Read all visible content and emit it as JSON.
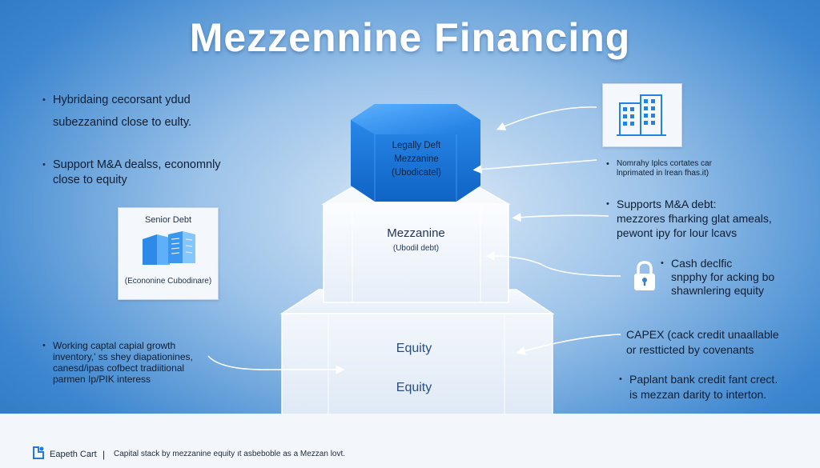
{
  "title": "Mezzennine Financing",
  "left_notes": [
    {
      "lines": [
        "Hybridaing cecorsant ydud",
        "subezzanind close to eulty."
      ]
    },
    {
      "lines": [
        "Support M&A dealss, economnly",
        "close to equity"
      ]
    },
    {
      "lines": [
        "Working captal capial growth",
        "inventory,' ss shey diapationines,",
        "canesd/ipas cofbect tradiitional",
        "parmen Ip/PIK interess"
      ]
    }
  ],
  "senior_card": {
    "title": "Senior Debt",
    "caption": "(Econonine Cubodinare)"
  },
  "stack": {
    "top": {
      "lines": [
        "Legally Deft",
        "Mezzanine",
        "(Ubodicatel)"
      ]
    },
    "middle": {
      "title": "Mezzanine",
      "subtitle": "(Ubodil debt)"
    },
    "bottom": {
      "label1": "Equity",
      "label2": "Equity"
    }
  },
  "right_notes": [
    {
      "lines": [
        "Nomrahy Iplcs cortates car",
        "lnprimated in lrean fhas.it)"
      ]
    },
    {
      "lines": [
        "Supports M&A debt:",
        "mezzores fharking glat ameals,",
        "pewont ipy for lour lcavs"
      ]
    },
    {
      "lines": [
        "Cash declfic",
        "snpphy for acking bo",
        "shawnlering equity"
      ]
    },
    {
      "lines": [
        "CAPEX (cack credit unaallable",
        "or restticted by covenants"
      ]
    },
    {
      "lines": [
        "Paplant bank credit fant crect.",
        "is mezzan darity to interton."
      ]
    }
  ],
  "icons": {
    "building": "building-icon",
    "lock": "lock-icon",
    "brand": "brand-logo-icon",
    "server": "server-rack-icon"
  },
  "footer": {
    "brand": "Eapeth Cart",
    "separator": "|",
    "caption": "Capital stack by mezzanine equity ıt asbeboble as a Mezzan lovt."
  },
  "colors": {
    "accent_blue": "#1976d8",
    "tier_fill": "#eef3fa",
    "title": "#ffffff"
  }
}
